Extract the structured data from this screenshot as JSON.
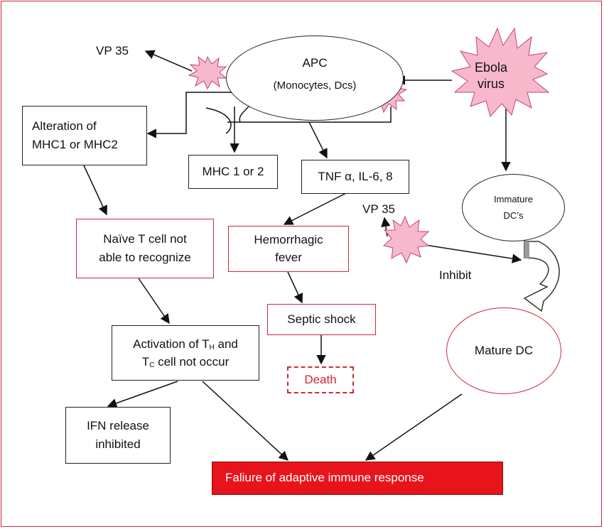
{
  "nodes": {
    "apc": "APC",
    "apc_sub": "(Monocytes, Dcs)",
    "ebola_line1": "Ebola",
    "ebola_line2": "virus",
    "vp35_top": "VP 35",
    "vp35_mid": "VP 35",
    "alteration_line1": "Alteration of",
    "alteration_line2": "MHC1 or MHC2",
    "mhc": "MHC 1 or 2",
    "tnf": "TNF α, IL-6, 8",
    "immature_line1": "Immature",
    "immature_line2": "DC’s",
    "naive_line1": "Naïve T cell not",
    "naive_line2": "able to recognize",
    "hemorrhagic_line1": "Hemorrhagic",
    "hemorrhagic_line2": "fever",
    "inhibit": "Inhibit",
    "septic": "Septic shock",
    "mature": "Mature DC",
    "activation_pre": "Activation of T",
    "activation_sub1": "H",
    "activation_mid": " and",
    "activation_t": "T",
    "activation_sub2": "C",
    "activation_post": " cell not occur",
    "death": "Death",
    "ifn_line1": "IFN release",
    "ifn_line2": "inhibited",
    "failure": "Faliure of adaptive immune response"
  },
  "colors": {
    "frame": "#d0273a",
    "starburst_fill": "#f7b8cc",
    "starburst_stroke": "#c0476e",
    "failure_fill": "#e8141c"
  },
  "icons": [
    "starburst-icon",
    "u-turn-arrow-icon"
  ]
}
